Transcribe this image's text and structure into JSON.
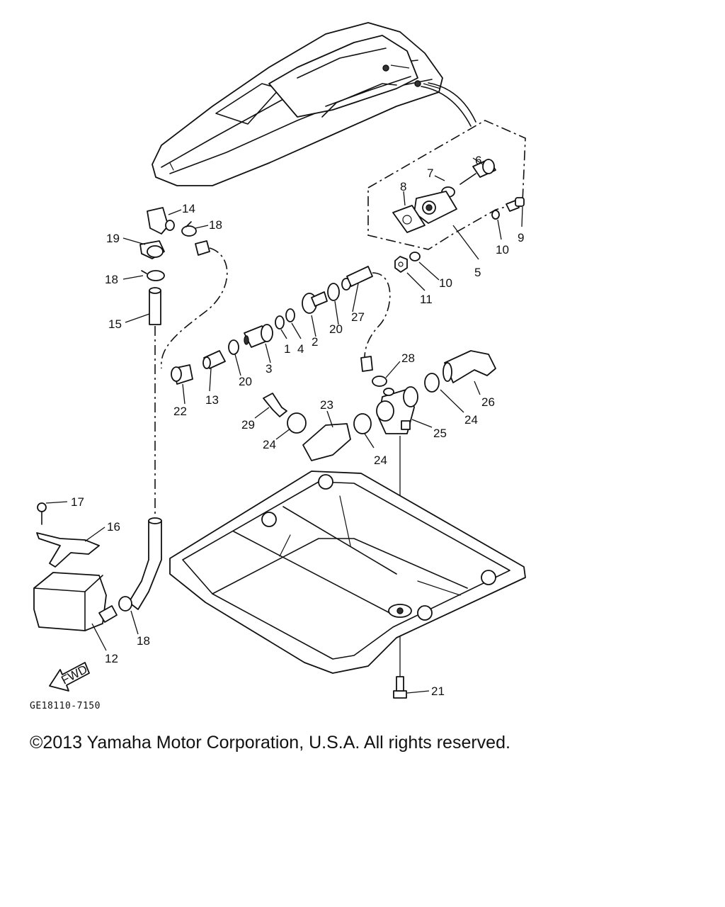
{
  "diagram_code": "GE18110-7150",
  "fwd_label": "FWD",
  "copyright": "©2013 Yamaha Motor Corporation, U.S.A. All rights reserved.",
  "callouts": {
    "c1": "1",
    "c2": "2",
    "c3": "3",
    "c4": "4",
    "c5": "5",
    "c6": "6",
    "c7": "7",
    "c8": "8",
    "c9": "9",
    "c10a": "10",
    "c10b": "10",
    "c11": "11",
    "c12": "12",
    "c13": "13",
    "c14": "14",
    "c15": "15",
    "c16": "16",
    "c17": "17",
    "c18a": "18",
    "c18b": "18",
    "c18c": "18",
    "c19": "19",
    "c20a": "20",
    "c20b": "20",
    "c21": "21",
    "c22": "22",
    "c23": "23",
    "c24a": "24",
    "c24b": "24",
    "c24c": "24",
    "c25": "25",
    "c26": "26",
    "c27": "27",
    "c28": "28",
    "c29": "29"
  }
}
